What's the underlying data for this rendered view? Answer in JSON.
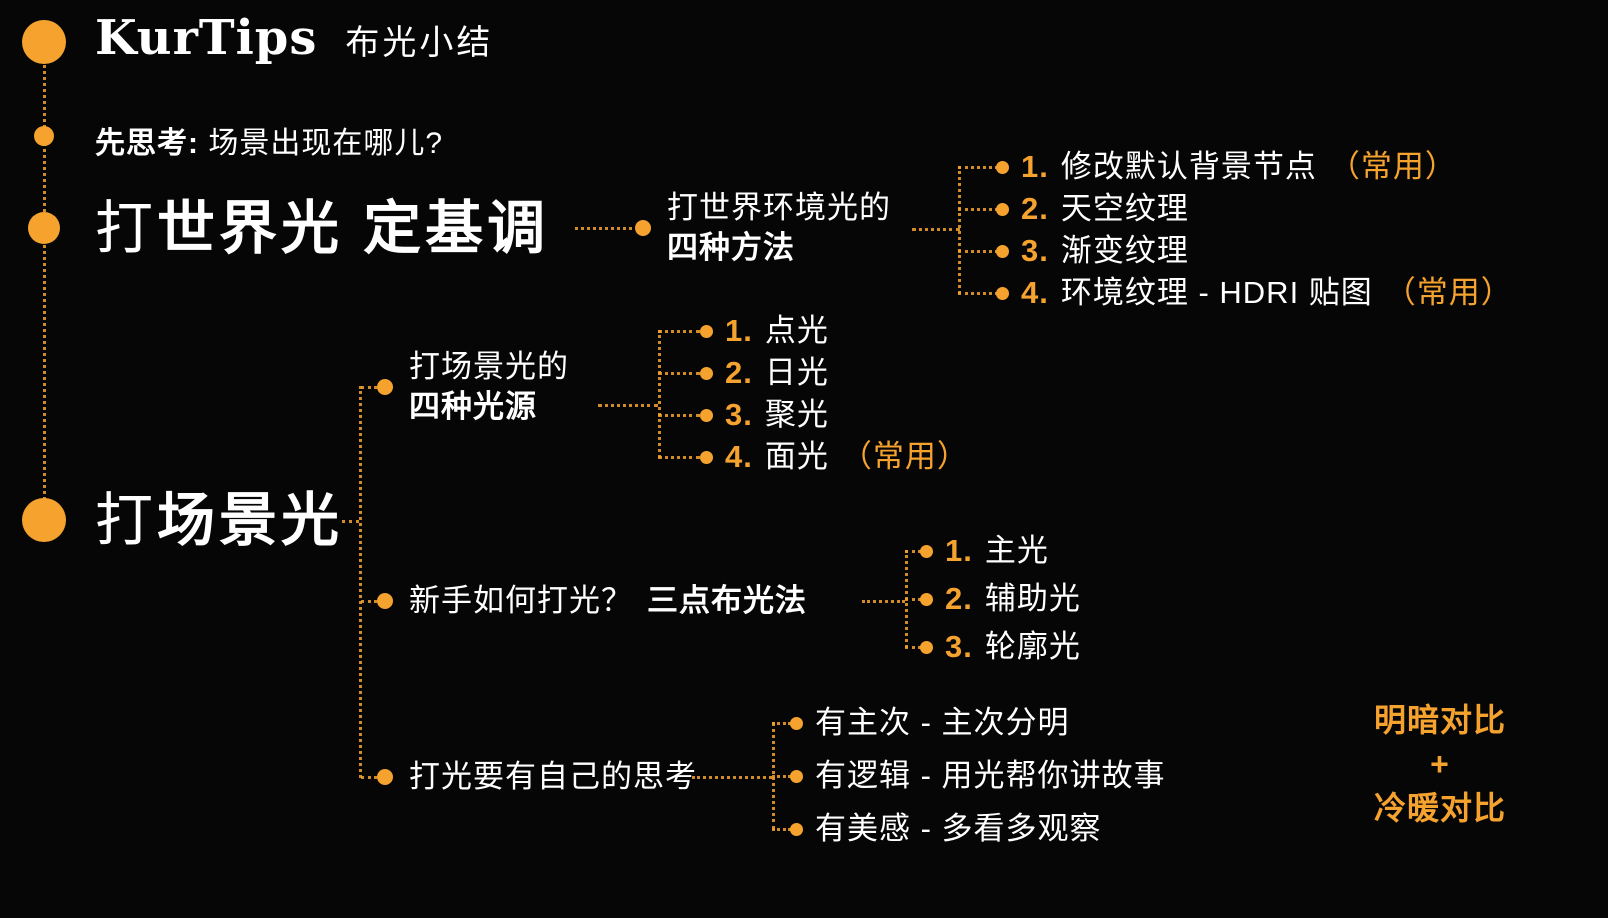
{
  "colors": {
    "background": "#060606",
    "accent": "#F5A32E",
    "text": "#FFFFFF"
  },
  "header": {
    "brand": "KurTips",
    "topic": "布光小结"
  },
  "intro": {
    "lead": "先思考:",
    "question": " 场景出现在哪儿?"
  },
  "world_light": {
    "title_prefix": "打",
    "title_emphasis": "世界光 定基调",
    "branch_label_line1": "打世界环境光的",
    "branch_label_line2": "四种方法",
    "items": [
      {
        "num": "1.",
        "text": "修改默认背景节点",
        "tag": "（常用）"
      },
      {
        "num": "2.",
        "text": "天空纹理",
        "tag": ""
      },
      {
        "num": "3.",
        "text": "渐变纹理",
        "tag": ""
      },
      {
        "num": "4.",
        "text": "环境纹理 - HDRI 贴图",
        "tag": "（常用）"
      }
    ]
  },
  "scene_light": {
    "title_prefix": "打",
    "title_emphasis": "场景光",
    "sources": {
      "label_line1": "打场景光的",
      "label_line2": "四种光源",
      "items": [
        {
          "num": "1.",
          "text": "点光",
          "tag": ""
        },
        {
          "num": "2.",
          "text": "日光",
          "tag": ""
        },
        {
          "num": "3.",
          "text": "聚光",
          "tag": ""
        },
        {
          "num": "4.",
          "text": "面光",
          "tag": "（常用）"
        }
      ]
    },
    "three_point": {
      "label_regular": "新手如何打光？",
      "label_bold": "三点布光法",
      "items": [
        {
          "num": "1.",
          "text": "主光"
        },
        {
          "num": "2.",
          "text": "辅助光"
        },
        {
          "num": "3.",
          "text": "轮廓光"
        }
      ]
    },
    "thinking": {
      "label": "打光要有自己的思考",
      "items": [
        {
          "text": "有主次 - 主次分明"
        },
        {
          "text": "有逻辑 - 用光帮你讲故事"
        },
        {
          "text": "有美感 - 多看多观察"
        }
      ]
    }
  },
  "contrast_note": {
    "line1": "明暗对比",
    "line2": "+",
    "line3": "冷暖对比"
  }
}
